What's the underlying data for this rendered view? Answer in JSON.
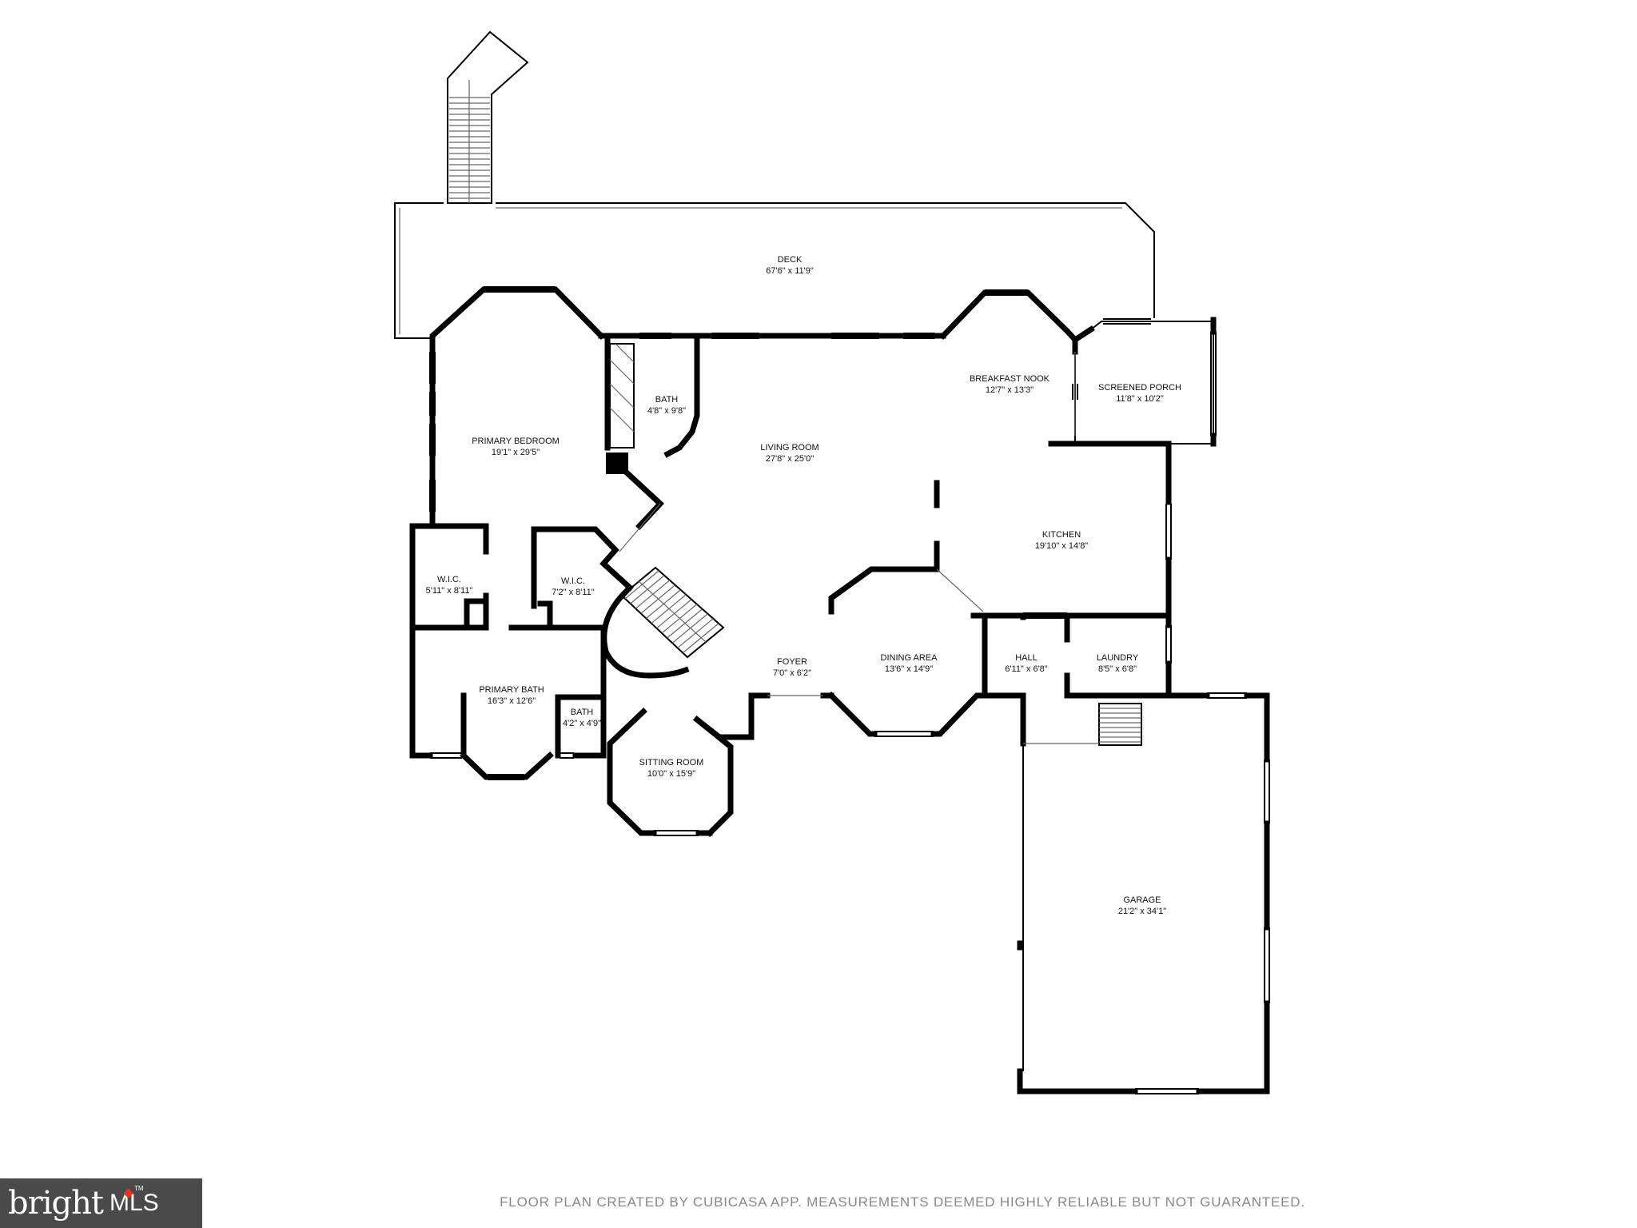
{
  "rooms": {
    "deck": {
      "name": "DECK",
      "dims": "67'6\" x 11'9\""
    },
    "primary_bedroom": {
      "name": "PRIMARY BEDROOM",
      "dims": "19'1\" x 29'5\""
    },
    "bath_upper": {
      "name": "BATH",
      "dims": "4'8\" x 9'8\""
    },
    "living_room": {
      "name": "LIVING ROOM",
      "dims": "27'8\" x 25'0\""
    },
    "breakfast_nook": {
      "name": "BREAKFAST NOOK",
      "dims": "12'7\" x 13'3\""
    },
    "screened_porch": {
      "name": "SCREENED PORCH",
      "dims": "11'8\" x 10'2\""
    },
    "kitchen": {
      "name": "KITCHEN",
      "dims": "19'10\" x 14'8\""
    },
    "wic_1": {
      "name": "W.I.C.",
      "dims": "5'11\" x 8'11\""
    },
    "wic_2": {
      "name": "W.I.C.",
      "dims": "7'2\" x 8'11\""
    },
    "foyer": {
      "name": "FOYER",
      "dims": "7'0\" x 6'2\""
    },
    "dining_area": {
      "name": "DINING AREA",
      "dims": "13'6\" x 14'9\""
    },
    "hall": {
      "name": "HALL",
      "dims": "6'11\" x 6'8\""
    },
    "laundry": {
      "name": "LAUNDRY",
      "dims": "8'5\" x 6'8\""
    },
    "primary_bath": {
      "name": "PRIMARY BATH",
      "dims": "16'3\" x 12'6\""
    },
    "bath_small": {
      "name": "BATH",
      "dims": "4'2\" x 4'9\""
    },
    "sitting_room": {
      "name": "SITTING ROOM",
      "dims": "10'0\" x 15'9\""
    },
    "garage": {
      "name": "GARAGE",
      "dims": "21'2\" x 34'1\""
    }
  },
  "footer": {
    "disclaimer": "FLOOR PLAN CREATED BY CUBICASA APP. MEASUREMENTS DEEMED HIGHLY RELIABLE BUT NOT GUARANTEED.",
    "logo_main": "bright",
    "logo_suffix": "MLS",
    "logo_tm": "TM",
    "logo_accent": "#e33322"
  }
}
